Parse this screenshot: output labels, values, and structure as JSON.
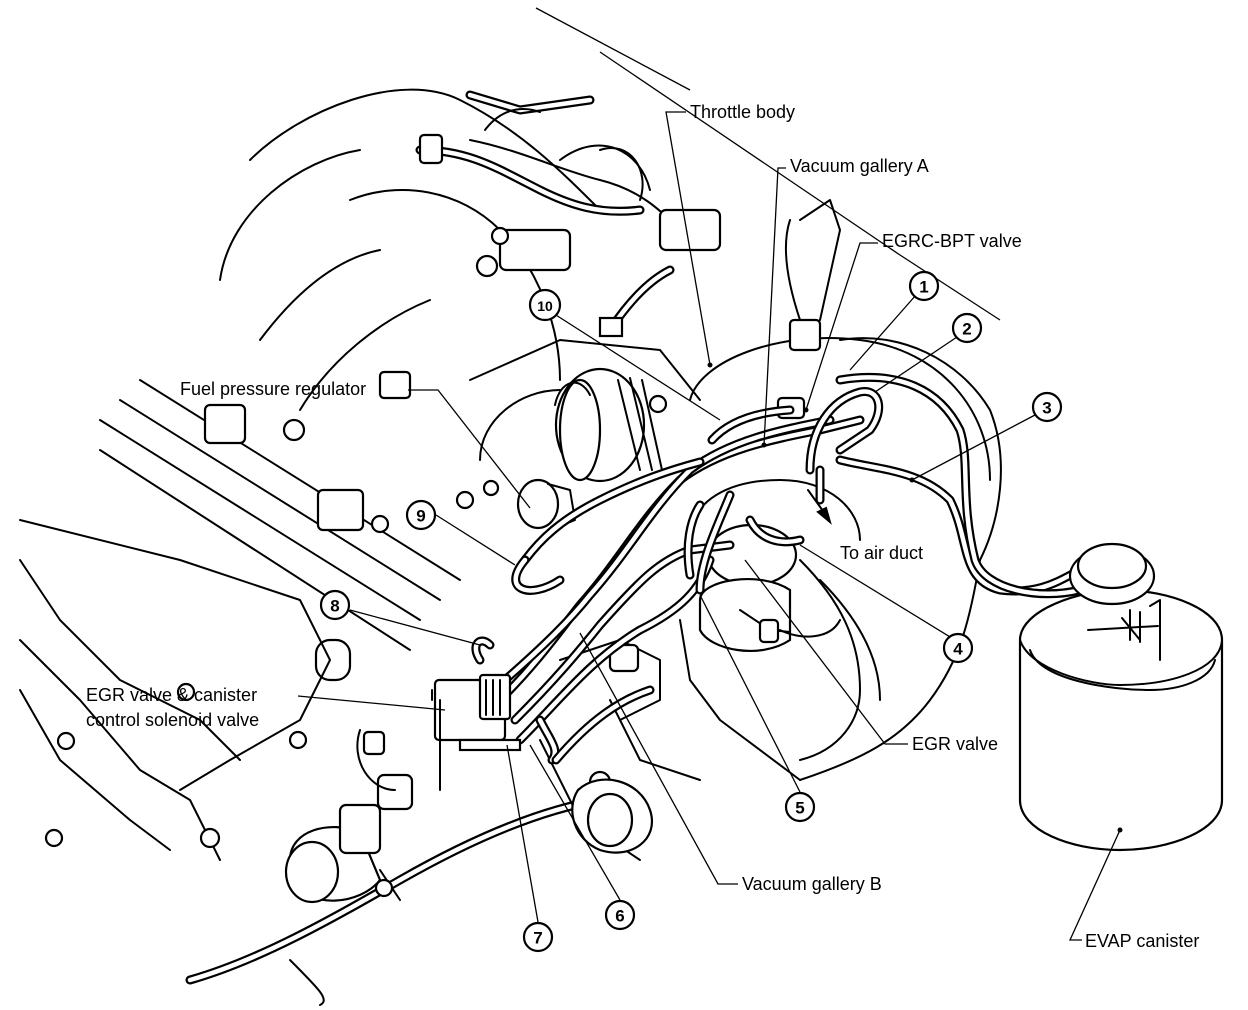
{
  "labels": {
    "throttle_body": "Throttle body",
    "vacuum_gallery_a": "Vacuum gallery A",
    "egrc_bpt_valve": "EGRC-BPT valve",
    "fuel_pressure_regulator": "Fuel pressure regulator",
    "to_air_duct": "To air duct",
    "egr_canister_solenoid_line1": "EGR valve & canister",
    "egr_canister_solenoid_line2": "control solenoid valve",
    "egr_valve": "EGR valve",
    "vacuum_gallery_b": "Vacuum gallery B",
    "evap_canister": "EVAP canister"
  },
  "callouts": [
    "1",
    "2",
    "3",
    "4",
    "5",
    "6",
    "7",
    "8",
    "9",
    "10"
  ]
}
